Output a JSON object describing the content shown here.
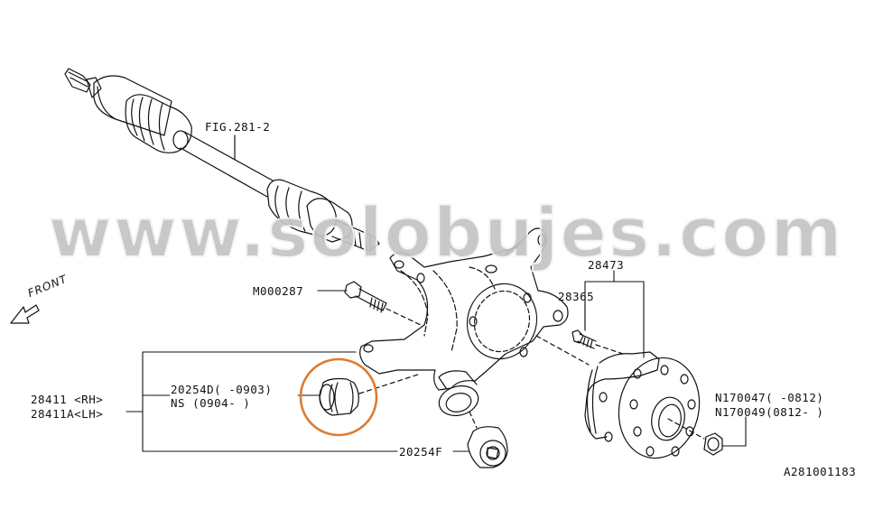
{
  "diagram": {
    "type": "exploded parts diagram",
    "subject": "rear axle housing / knuckle assembly with hub and bushings",
    "watermark": "www.solobujes.com",
    "direction_indicator": {
      "label": "FRONT",
      "icon": "arrow-left-down-icon"
    },
    "figure_id": "A281001183",
    "highlight": {
      "shape": "circle",
      "color": "#E07A2E",
      "target_part": "20254D"
    },
    "colors": {
      "line": "#111111",
      "watermark": "#C4C4C4",
      "highlight": "#E07A2E",
      "background": "#FFFFFF"
    }
  },
  "labels": {
    "fig_ref": "FIG.281-2",
    "bolt": "M000287",
    "hub_assembly": "28473",
    "hub_bolt": "28365",
    "housing_rh": "28411 <RH>",
    "housing_lh": "28411A<LH>",
    "bushing_d_line1": "20254D( -0903)",
    "bushing_d_line2": "NS (0904- )",
    "bushing_f": "20254F",
    "nut_line1": "N170047( -0812)",
    "nut_line2": "N170049(0812- )",
    "figure_id": "A281001183",
    "front": "FRONT"
  },
  "parts": [
    {
      "number": "FIG.281-2",
      "description": "drive shaft (see figure 281-2)"
    },
    {
      "number": "M000287",
      "description": "bolt"
    },
    {
      "number": "28473",
      "description": "hub unit assembly"
    },
    {
      "number": "28365",
      "description": "hub bolt"
    },
    {
      "number": "28411",
      "side": "RH",
      "description": "rear axle housing"
    },
    {
      "number": "28411A",
      "side": "LH",
      "description": "rear axle housing"
    },
    {
      "number": "20254D",
      "applicability": "-0903",
      "description": "bushing (highlighted)"
    },
    {
      "number": "NS",
      "applicability": "0904-",
      "description": "not serviced"
    },
    {
      "number": "20254F",
      "description": "bushing"
    },
    {
      "number": "N170047",
      "applicability": "-0812",
      "description": "axle nut"
    },
    {
      "number": "N170049",
      "applicability": "0812-",
      "description": "axle nut"
    }
  ]
}
